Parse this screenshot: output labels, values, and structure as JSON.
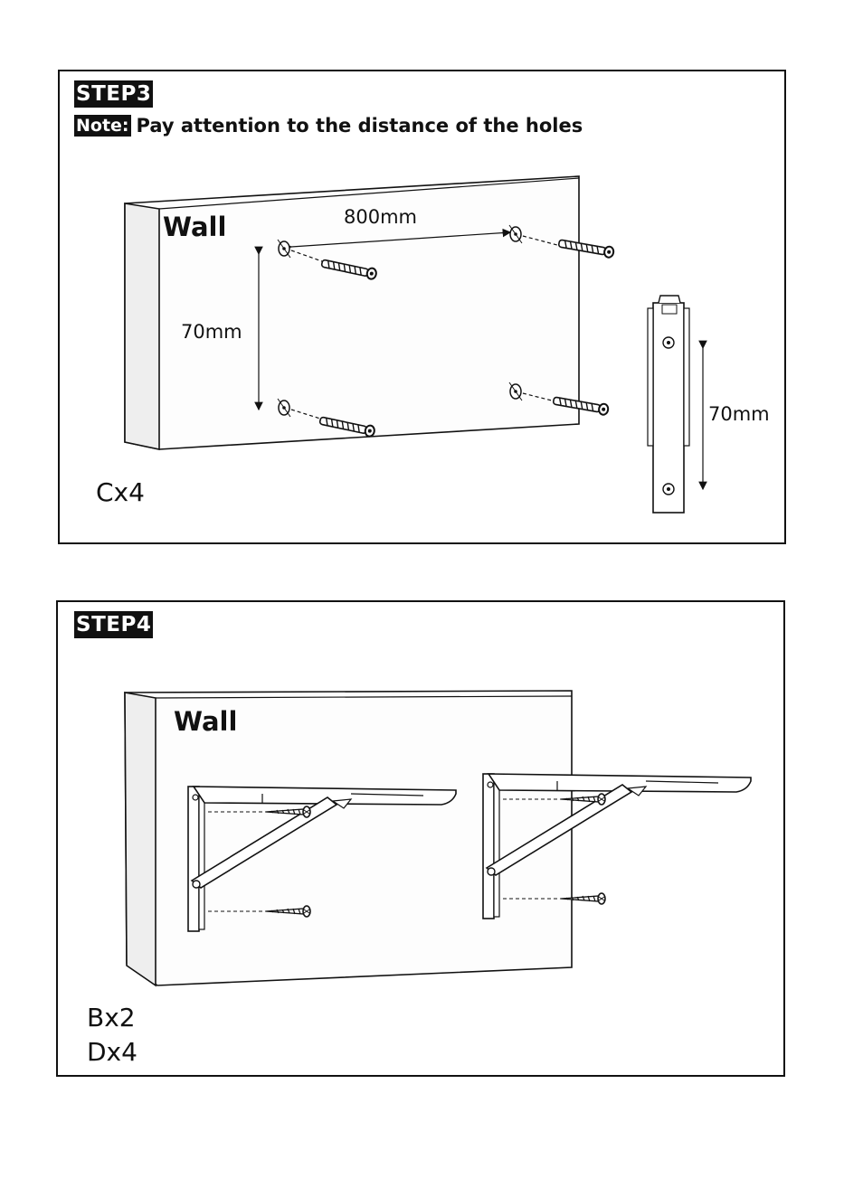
{
  "step3": {
    "badge": "STEP3",
    "note_label": "Note:",
    "note_text": "Pay attention to the distance of the holes",
    "wall_label": "Wall",
    "horizontal_distance": "800mm",
    "vertical_distance_wall": "70mm",
    "vertical_distance_bracket": "70mm",
    "parts": "Cx4"
  },
  "step4": {
    "badge": "STEP4",
    "wall_label": "Wall",
    "parts": [
      "Bx2",
      "Dx4"
    ]
  },
  "colors": {
    "ink": "#111111",
    "paper": "#ffffff",
    "wall_shade": "#f4f4f4"
  },
  "icons": [
    "wall-anchor-icon",
    "screw-icon",
    "folding-bracket-icon",
    "bracket-side-view-icon"
  ]
}
